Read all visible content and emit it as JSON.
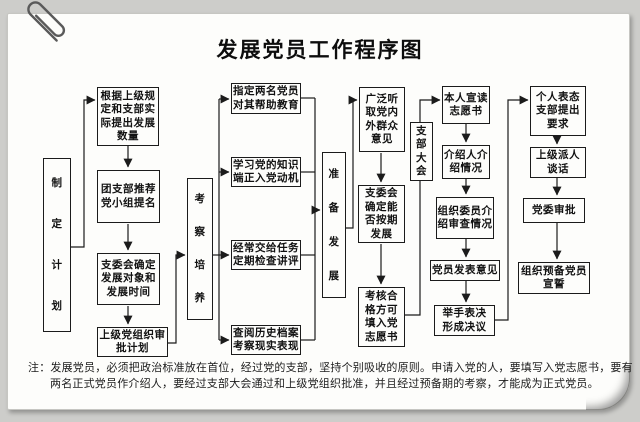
{
  "title": "发展党员工作程序图",
  "stages": {
    "make_plan": "制\n定\n计\n划",
    "inspect_cultivate": "考\n察\n培\n养",
    "prepare_develop": "准\n备\n发\n展",
    "branch_meeting": "支\n部\n大\n会"
  },
  "steps": {
    "quantity": "根据上级规\n定和支部实\n际提出发展\n数量",
    "recommend": "团支部推荐\n党小组提名",
    "determine_targets": "支委会确定\n发展对象和\n发展时间",
    "approve_plan": "上级党组织审\n批计划",
    "helpers": "指定两名党员\n对其帮助教育",
    "knowledge": "学习党的知识\n端正入党动机",
    "tasks": "经常交给任务\n定期检查讲评",
    "archives": "查阅历史档案\n考察现实表现",
    "opinions": "广泛听\n取党内\n外群众\n意见",
    "schedule": "支委会\n确定能\n否按期\n发展",
    "application": "考核合\n格方可\n填入党\n志愿书",
    "read_application": "本人宣读\n志愿书",
    "introducers": "介绍人介\n绍情况",
    "committee_review": "组织委员介\n绍审查情况",
    "member_opinions": "党员发表意见",
    "vote": "举手表决\n形成决议",
    "personal_statement": "个人表态\n支部提出\n要求",
    "superior_talk": "上级派人\n谈话",
    "committee_approval": "党委审批",
    "oath": "组织预备党员\n宣誓"
  },
  "note": {
    "label": "注：",
    "text": "发展党员，必须把政治标准放在首位，经过党的支部，坚持个别吸收的原则。申请入党的人，要填写入党志愿书，要有两名正式党员作介绍人，要经过支部大会通过和上级党组织批准，并且经过预备期的考察，才能成为正式党员。"
  },
  "colors": {
    "line": "#1b1b1b",
    "card_bg": "#fdfdfb",
    "page_bg": "#cdcdca"
  }
}
